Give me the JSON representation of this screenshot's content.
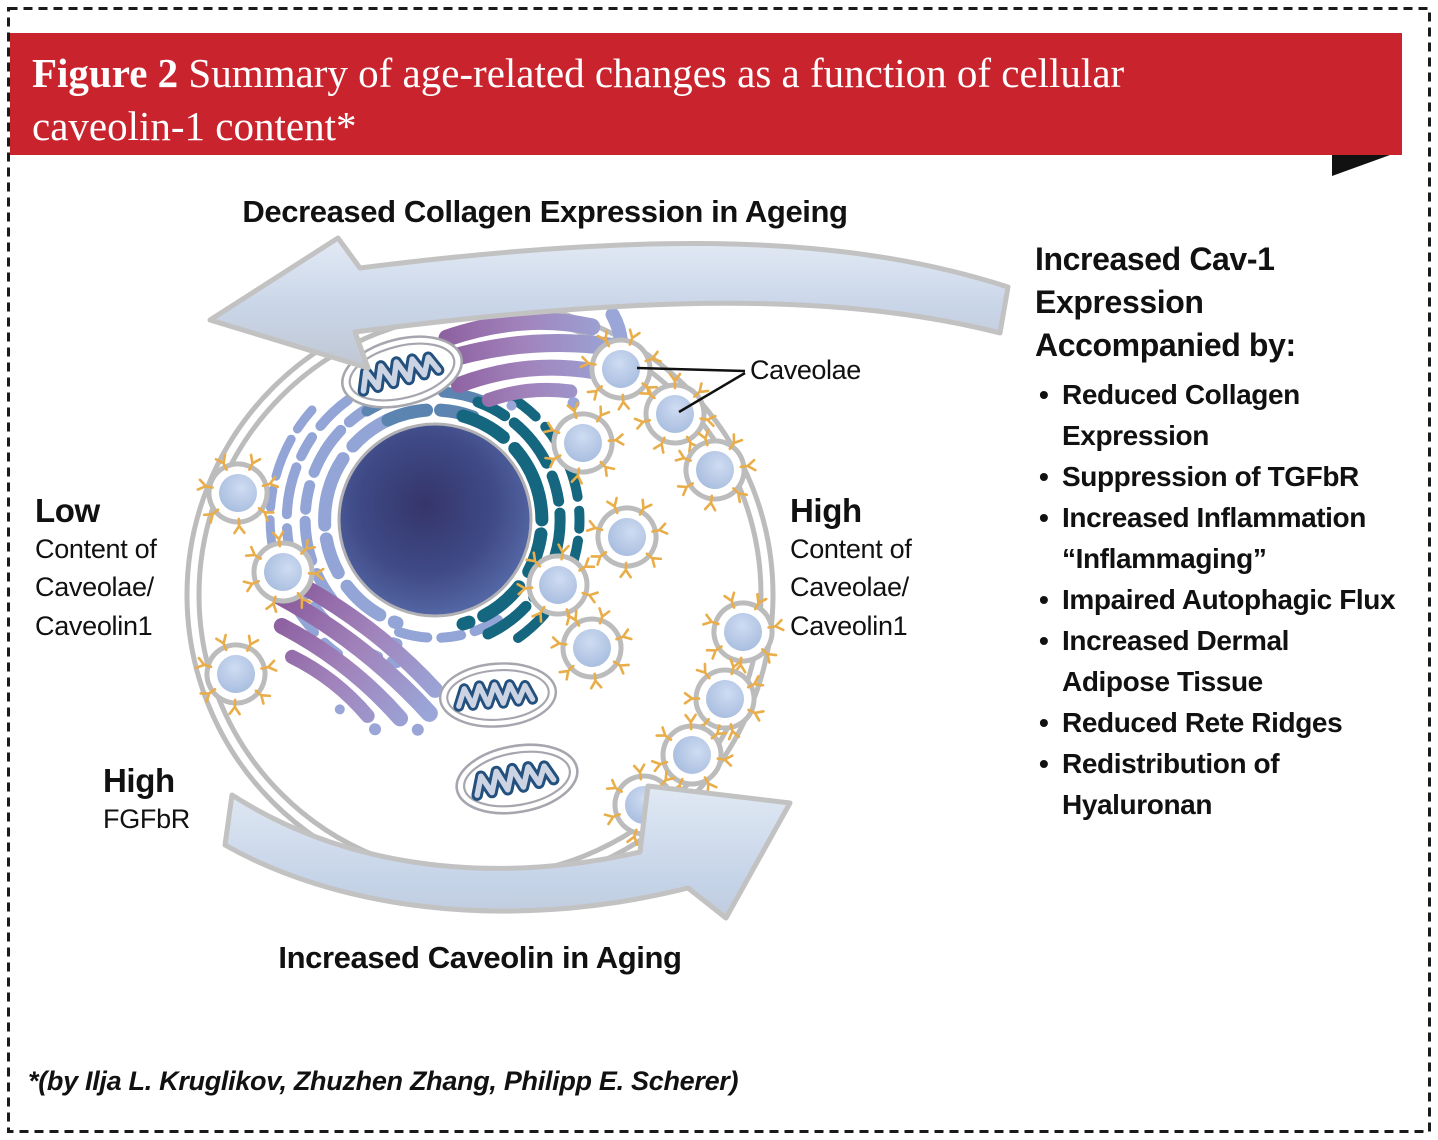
{
  "banner": {
    "label": "Figure 2",
    "title": " Summary of age-related changes as a function of cellular caveolin-1 content*",
    "bg_color": "#c9242e",
    "text_color": "#ffffff"
  },
  "diagram": {
    "top_arrow_label": "Decreased Collagen Expression in Ageing",
    "bottom_arrow_label": "Increased Caveolin in Aging",
    "caveolae_label": "Caveolae",
    "left_label": {
      "title": "Low",
      "lines": [
        "Content of",
        "Caveolae/",
        "Caveolin1"
      ]
    },
    "right_label": {
      "title": "High",
      "lines": [
        "Content of",
        "Caveolae/",
        "Caveolin1"
      ]
    },
    "bottom_left_label": {
      "title": "High",
      "lines": [
        "FGFbR"
      ]
    },
    "colors": {
      "membrane_gray": "#bcbcbc",
      "nucleus_center": "#35356a",
      "nucleus_edge": "#5a6fae",
      "er_left_periwinkle": "#93a5d6",
      "er_top_steel": "#5b84b0",
      "er_right_teal": "#15677f",
      "golgi_purple": "#8a5a9b",
      "golgi_periwinkle": "#9aa6d8",
      "mitochondria_blue": "#24507e",
      "caveola_fill": "#b9cdea",
      "receptor_yellow": "#e9ad49",
      "arrow_blue": "#c9d5e8",
      "arrow_gray": "#c2c2c2"
    }
  },
  "side_panel": {
    "heading_lines": [
      "Increased Cav-1",
      "Expression",
      "Accompanied by:"
    ],
    "bullets": [
      "Reduced Collagen Expression",
      "Suppression of TGFbR",
      "Increased Inflammation “Inflammaging”",
      "Impaired Autophagic Flux",
      "Increased Dermal Adipose Tissue",
      "Reduced Rete Ridges",
      "Redistribution of Hyaluronan"
    ]
  },
  "footer": {
    "credit": "*(by Ilja L. Kruglikov, Zhuzhen Zhang, Philipp E. Scherer)"
  }
}
